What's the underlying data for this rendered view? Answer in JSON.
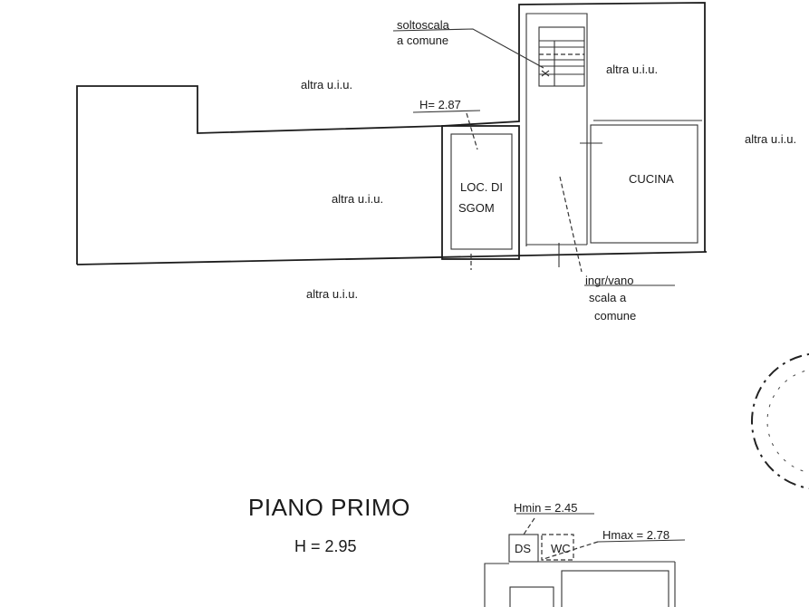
{
  "ground_floor": {
    "labels": {
      "altra_top_left": "altra u.i.u.",
      "altra_left": "altra u.i.u.",
      "altra_bottom": "altra u.i.u.",
      "altra_top_right": "altra u.i.u.",
      "altra_far_right": "altra u.i.u.",
      "sottoscala_line1": "soltoscala",
      "sottoscala_line2": "a comune",
      "height": "H= 2.87",
      "loc_line1": "LOC. DI",
      "loc_line2": "SGOM",
      "cucina": "CUCINA",
      "ingresso_line1": "ingr/vano",
      "ingresso_line2": "scala a",
      "ingresso_line3": "comune"
    }
  },
  "first_floor": {
    "title": "PIANO PRIMO",
    "height": "H = 2.95",
    "hmin": "Hmin = 2.45",
    "hmax": "Hmax = 2.78",
    "ds": "DS",
    "wc": "WC"
  }
}
